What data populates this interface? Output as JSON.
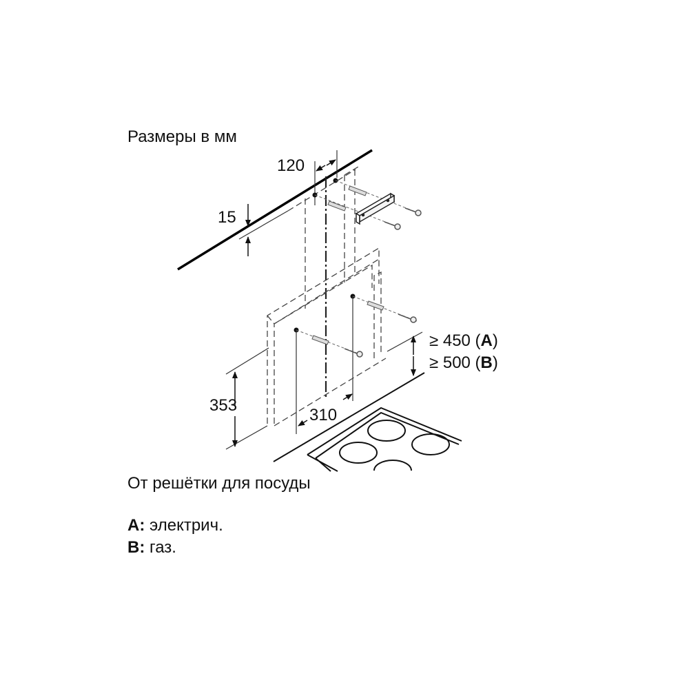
{
  "title": "Размеры в мм",
  "dimensions": {
    "ceiling_offset": "15",
    "center_offset": "120",
    "height": "353",
    "depth": "310",
    "clearance_a": "≥ 450 (",
    "clearance_a_letter": "A",
    "clearance_b": "≥ 500 (",
    "clearance_b_letter": "B",
    "close_paren": ")"
  },
  "caption": "От решётки для посуды",
  "legend": [
    {
      "key": "A:",
      "text": " электрич."
    },
    {
      "key": "B:",
      "text": " газ."
    }
  ]
}
